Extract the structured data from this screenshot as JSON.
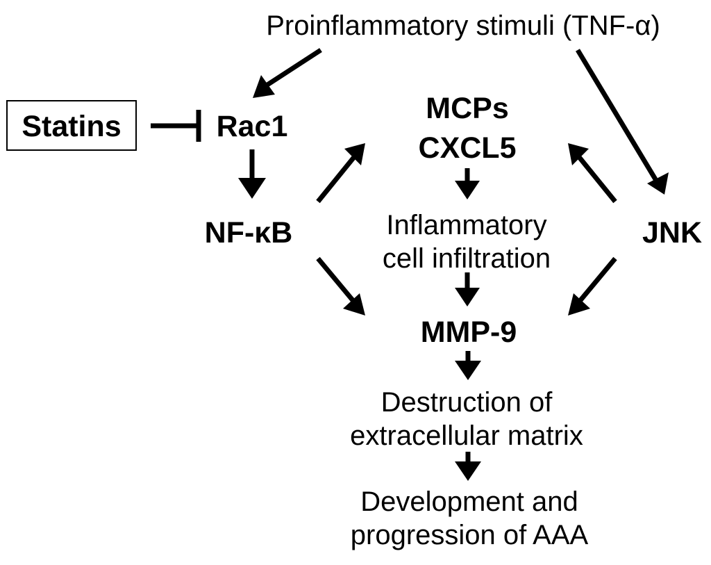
{
  "diagram": {
    "nodes": {
      "stimuli": "Proinflammatory stimuli (TNF-α)",
      "statins": "Statins",
      "rac1": "Rac1",
      "mcps": "MCPs",
      "cxcl5": "CXCL5",
      "nfkb": "NF-κB",
      "jnk": "JNK",
      "infiltration_line1": "Inflammatory",
      "infiltration_line2": "cell infiltration",
      "mmp9": "MMP-9",
      "destruction_line1": "Destruction of",
      "destruction_line2": "extracellular matrix",
      "development_line1": "Development and",
      "development_line2": "progression of AAA"
    },
    "edges": [
      {
        "from": "stimuli",
        "to": "rac1",
        "type": "activation"
      },
      {
        "from": "stimuli",
        "to": "jnk",
        "type": "activation"
      },
      {
        "from": "statins",
        "to": "rac1",
        "type": "inhibition"
      },
      {
        "from": "rac1",
        "to": "nfkb",
        "type": "activation"
      },
      {
        "from": "nfkb",
        "to": "mcps_cxcl5",
        "type": "activation"
      },
      {
        "from": "jnk",
        "to": "mcps_cxcl5",
        "type": "activation"
      },
      {
        "from": "mcps_cxcl5",
        "to": "infiltration",
        "type": "activation"
      },
      {
        "from": "infiltration",
        "to": "mmp9",
        "type": "activation"
      },
      {
        "from": "nfkb",
        "to": "mmp9",
        "type": "activation"
      },
      {
        "from": "jnk",
        "to": "mmp9",
        "type": "activation"
      },
      {
        "from": "mmp9",
        "to": "destruction",
        "type": "activation"
      },
      {
        "from": "destruction",
        "to": "development",
        "type": "activation"
      }
    ]
  }
}
